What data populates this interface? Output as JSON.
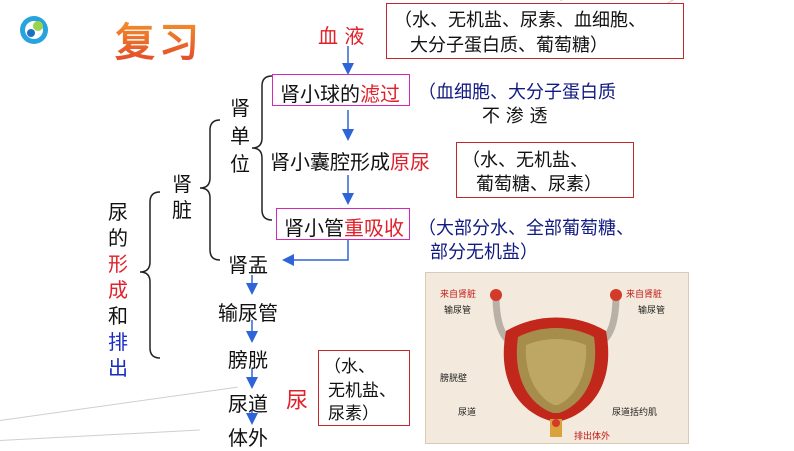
{
  "title": "复习",
  "blood": "血  液",
  "blood_note": {
    "line1": "（水、无机盐、尿素、血细胞、",
    "line2": "大分子蛋白质、葡萄糖）"
  },
  "nephron": {
    "c1": "肾",
    "c2": "单",
    "c3": "位"
  },
  "kidney": {
    "c1": "肾",
    "c2": "脏"
  },
  "left_title": {
    "c1": "尿",
    "c2": "的",
    "c3": "形",
    "c4": "成",
    "c5": "和",
    "c6": "排",
    "c7": "出"
  },
  "filtration": {
    "prefix": "肾小球的",
    "highlight": "滤过"
  },
  "filtration_note": {
    "line1": "（血细胞、大分子蛋白质",
    "line2": "不  渗  透"
  },
  "capsule": {
    "prefix": "肾小囊腔形成",
    "highlight": "原尿"
  },
  "primary_urine_note": {
    "line1": "（水、无机盐、",
    "line2": "葡萄糖、尿素）"
  },
  "reabsorption": {
    "prefix": "肾小管",
    "highlight": "重吸收"
  },
  "reabsorption_note": {
    "line1": "（大部分水、全部葡萄糖、",
    "line2": "部分无机盐）"
  },
  "flow": [
    "肾盂",
    "输尿管",
    "膀胱",
    "尿道",
    "体外"
  ],
  "urine": "尿",
  "urine_note": {
    "line1": "（水、",
    "line2": "无机盐、",
    "line3": "尿素）"
  },
  "photo_labels": {
    "from_kidney_left": "来自肾脏",
    "from_kidney_right": "来自肾脏",
    "ureter_left": "输尿管",
    "ureter_right": "输尿管",
    "bladder_wall": "膀胱壁",
    "urethra": "尿道",
    "sphincter": "尿道括约肌",
    "to_outside": "排出体外"
  },
  "colors": {
    "accent_red": "#e0202a",
    "blue_text": "#1a2bc2",
    "box_red": "#c0282e",
    "box_magenta": "#d02bb8",
    "arrow_blue": "#2f64d8"
  }
}
